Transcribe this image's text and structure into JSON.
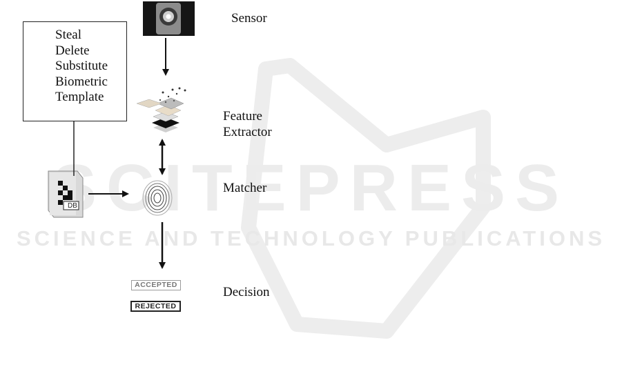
{
  "attack_box": {
    "items": [
      "Steal",
      "Delete",
      "Substitute",
      "Biometric",
      "Template"
    ]
  },
  "stages": {
    "sensor": "Sensor",
    "feature_line1": "Feature",
    "feature_line2": "Extractor",
    "matcher": "Matcher",
    "decision": "Decision"
  },
  "database": {
    "label": "DB"
  },
  "decision_stamps": {
    "accepted": "ACCEPTED",
    "rejected": "REJECTED"
  },
  "watermark": {
    "main": "SCITEPRESS",
    "sub": "SCIENCE AND TECHNOLOGY PUBLICATIONS"
  }
}
